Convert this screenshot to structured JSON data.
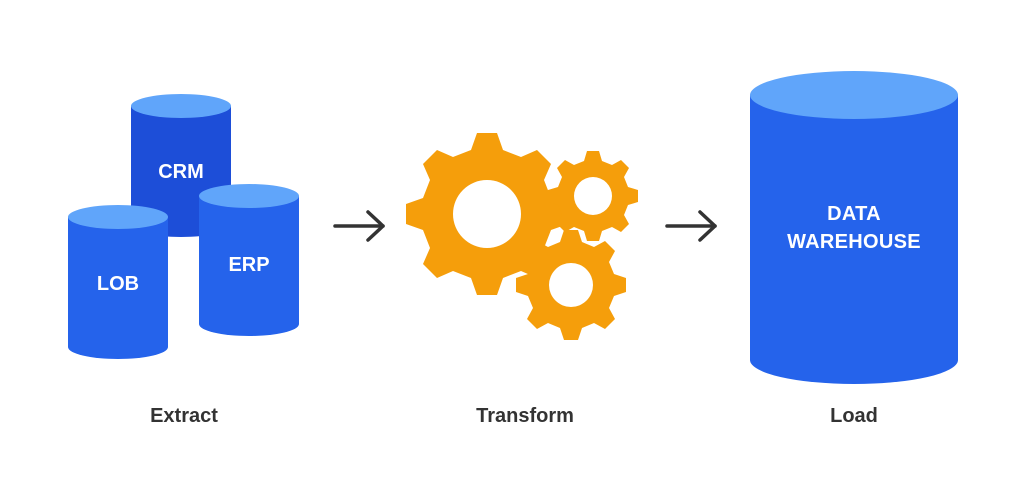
{
  "extract": {
    "label": "Extract",
    "sources": [
      {
        "name": "CRM"
      },
      {
        "name": "ERP"
      },
      {
        "name": "LOB"
      }
    ]
  },
  "transform": {
    "label": "Transform",
    "icon": "gears-icon"
  },
  "load": {
    "label": "Load",
    "warehouse_line1": "DATA",
    "warehouse_line2": "WAREHOUSE"
  },
  "arrows": [
    "arrow-right-icon",
    "arrow-right-icon"
  ],
  "colors": {
    "cylinder_body": "#2563eb",
    "cylinder_body_dark": "#1d4ed8",
    "cylinder_top": "#60a5fa",
    "gear": "#f59e0b",
    "arrow": "#333333",
    "stage_text": "#333333"
  }
}
